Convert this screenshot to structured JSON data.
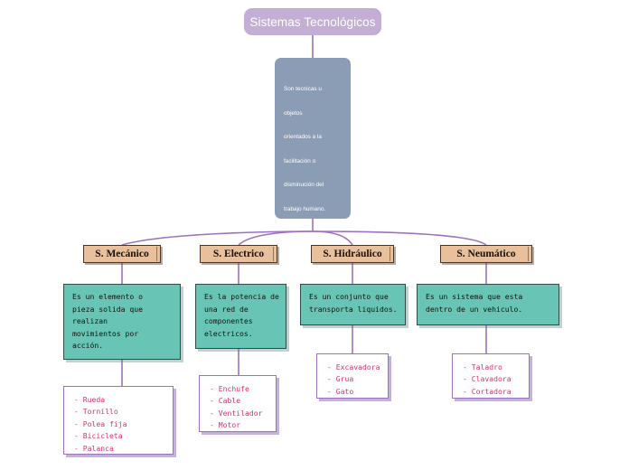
{
  "title_node": {
    "label": "Sistemas Tecnológicos",
    "color": "#c3aed6"
  },
  "central_box": {
    "color": "#8b9cb5",
    "lines": [
      "Son tecnicas u",
      "objetos",
      "orientados a la",
      "facilitación o",
      "disminución del",
      "trabajo humano."
    ]
  },
  "branches": [
    {
      "header": "S. Mecánico",
      "header_color": "#e8c19c",
      "description": "Es un elemento o pieza solida que realizan movimientos por acción.",
      "description_lines": [
        "Es un elemento o",
        "pieza solida que",
        "realizan",
        "movimientos por",
        "acción."
      ],
      "description_color": "#68c4b4",
      "items": [
        "- Rueda",
        "- Tornillo",
        "- Polea fija",
        "- Bicicleta",
        "- Palanca"
      ]
    },
    {
      "header": "S. Electrico",
      "header_color": "#e8c19c",
      "description": "Es la potencia de una red de componentes electricos.",
      "description_lines": [
        "Es la potencia de",
        "una red de",
        "componentes",
        "electricos."
      ],
      "description_color": "#68c4b4",
      "items": [
        "- Enchufe",
        "- Cable",
        "- Ventilador",
        "- Motor"
      ]
    },
    {
      "header": "S. Hidráulico",
      "header_color": "#e8c19c",
      "description": "Es un conjunto que transporta liquidos.",
      "description_lines": [
        "Es un conjunto que",
        "transporta liquidos."
      ],
      "description_color": "#68c4b4",
      "items": [
        "- Excavadora",
        "- Grua",
        "- Gato"
      ]
    },
    {
      "header": "S. Neumático",
      "header_color": "#e8c19c",
      "description": "Es un sistema que esta dentro de un vehiculo.",
      "description_lines": [
        "Es un sistema que esta",
        "dentro de un vehiculo."
      ],
      "description_color": "#68c4b4",
      "items": [
        "- Taladro",
        "- Clavadora",
        "- Cortadora"
      ]
    }
  ],
  "connector_color": "#9b72c0"
}
